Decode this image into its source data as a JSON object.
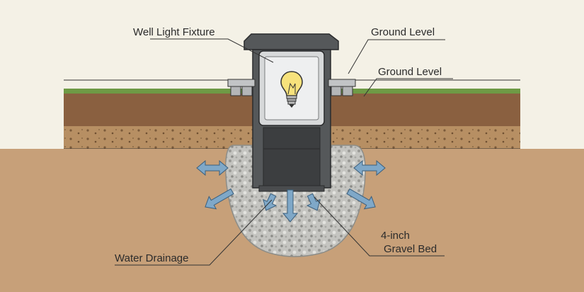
{
  "labels": {
    "fixture": "Well Light Fixture",
    "ground_level_top": "Ground Level",
    "ground_level_side": "Ground Level",
    "gravel_line1": "4-inch",
    "gravel_line2": "Gravel Bed",
    "drainage": "Water Drainage"
  },
  "icons": {
    "bulb": "light-bulb-icon",
    "arrows": "drainage-arrow-icon"
  },
  "colors": {
    "background": "#f4f1e6",
    "grass": "#6e9a45",
    "topsoil": "#8a6040",
    "subsoil": "#c7a079",
    "gravel": "#c4c4c0",
    "housing": "#55585a",
    "arrow": "#7fa8c8"
  }
}
